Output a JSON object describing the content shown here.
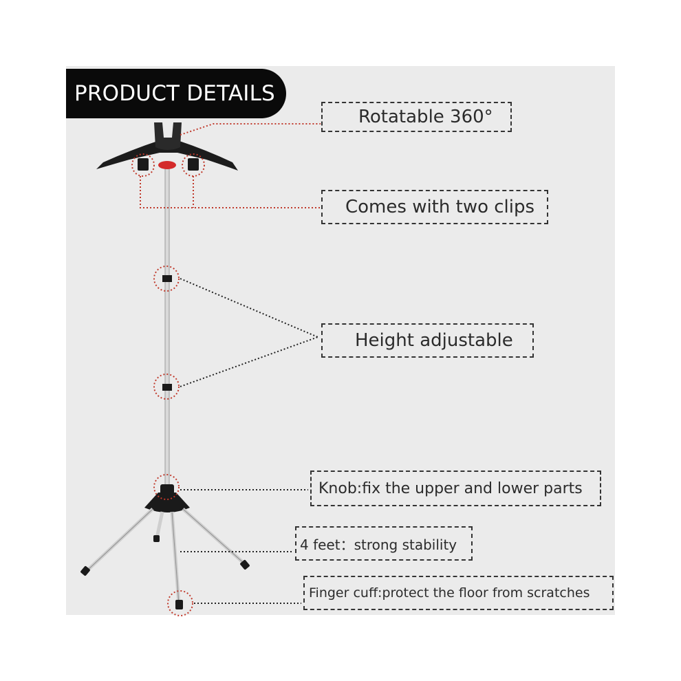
{
  "header": {
    "title": "PRODUCT DETAILS"
  },
  "callouts": [
    {
      "label": "Rotatable 360°"
    },
    {
      "label": "Comes with two clips"
    },
    {
      "label": "Height adjustable"
    },
    {
      "label": "Knob:fix the upper and lower parts"
    },
    {
      "label": "4 feet：strong stability"
    },
    {
      "label": "Finger cuff:protect the floor from scratches"
    }
  ],
  "colors": {
    "panel_background": "#ebebeb",
    "title_background": "#0a0a0a",
    "title_text": "#ffffff",
    "accent_red": "#c0392b",
    "hanger_black": "#1c1c1c"
  }
}
